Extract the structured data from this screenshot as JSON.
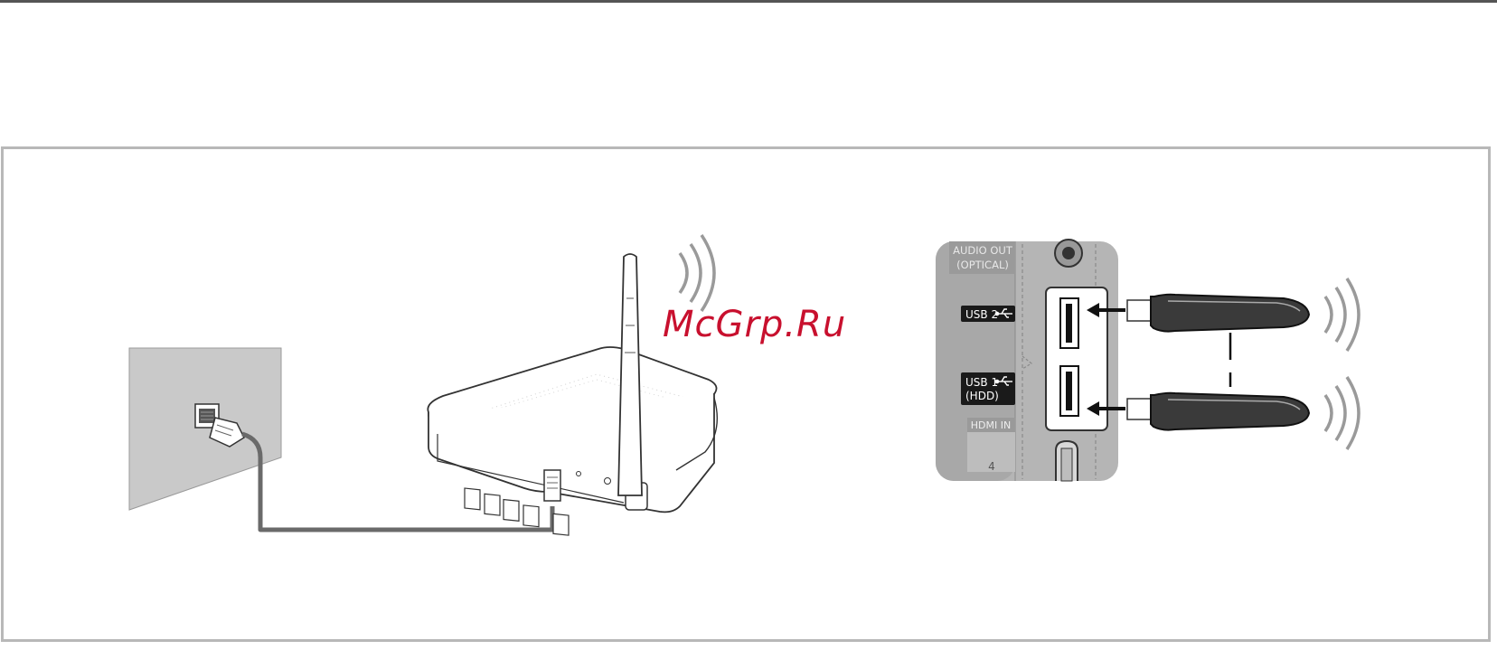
{
  "watermark": "McGrp.Ru",
  "panel_labels": {
    "audio_out": "AUDIO OUT",
    "optical": "(OPTICAL)",
    "usb2": "USB 2",
    "usb1": "USB 1",
    "hdd": "(HDD)",
    "hdmi_in": "HDMI IN",
    "hdmi_num": "4"
  },
  "colors": {
    "cable": "#6a6a6a",
    "wall": "#c9c9c9",
    "panel": "#b5b5b5",
    "label_bg": "#1a1a1a",
    "watermark": "#c8102e"
  },
  "icons": [
    "usb-icon",
    "wireless-signal-icon",
    "antenna-icon",
    "ethernet-plug-icon"
  ]
}
